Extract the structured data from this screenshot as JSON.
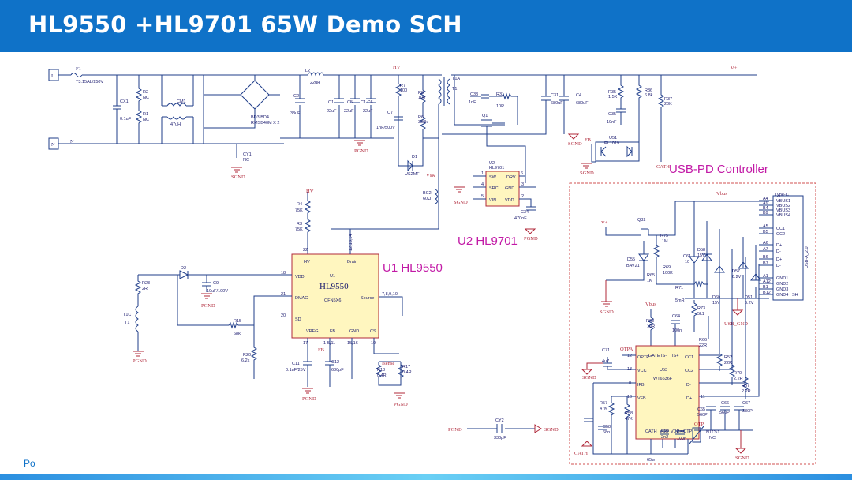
{
  "title": "HL9550 +HL9701 65W Demo SCH",
  "footer": "Po",
  "colors": {
    "title_bar": "#0f72c8",
    "wire": "#1f3d8a",
    "net": "#b0283a",
    "chip": "#fff6bf",
    "label": "#c21aa6"
  },
  "labels": {
    "u1": "U1 HL9550",
    "u2": "U2 HL9701",
    "usb_pd": "USB-PD Controller"
  },
  "u1": {
    "ref": "U1",
    "name": "HL9550",
    "pkg": "QFN5X6",
    "pins": {
      "vdd": "VDD",
      "dmag": "DMAG",
      "sd": "SD",
      "vreg": "VREG",
      "fb": "FB",
      "gnd": "GND",
      "cs": "CS",
      "source": "Source",
      "drain": "Drain",
      "hv": "HV"
    },
    "pin_nums": {
      "vdd": "18",
      "dmag": "21",
      "sd": "20",
      "vreg": "17",
      "fb": "1-5,11",
      "gnd": "15,16",
      "cs": "19",
      "source": "7,8,9,10",
      "drain": "12,13,14",
      "hv": "22"
    }
  },
  "u2": {
    "ref": "U2",
    "name": "HL9701",
    "pins": {
      "sw": "SW",
      "drv": "DRV",
      "src": "SRC",
      "gnd": "GND",
      "vin": "VIN",
      "vdd": "VDD"
    },
    "pin_nums": {
      "sw": "1",
      "drv": "6",
      "src": "4",
      "gnd": "3",
      "vin": "5",
      "vdd": "2"
    }
  },
  "u53": {
    "ref": "U53",
    "name": "WT6636F",
    "pins": {
      "optp": "OPTP",
      "vcc": "VCC",
      "ifb": "IFB",
      "vfb": "VFB",
      "gate": "GATE",
      "is_minus": "IS-",
      "is_plus": "IS+",
      "cc1": "CC1",
      "cc2": "CC2",
      "dminus": "D-",
      "dplus": "D+",
      "catode": "CATH",
      "vss": "VSS",
      "vdd": "VDD",
      "otp": "OTP"
    },
    "pin_nums": {
      "optp": "12",
      "vcc": "13",
      "ifb": "8",
      "vfb": "10",
      "dplus": "11"
    }
  },
  "connector": {
    "type": "Type-C",
    "name": "USB-A_2.0",
    "pins": [
      {
        "n": "A4",
        "s": "VBUS1"
      },
      {
        "n": "A9",
        "s": "VBUS2"
      },
      {
        "n": "B4",
        "s": "VBUS3"
      },
      {
        "n": "B9",
        "s": "VBUS4"
      },
      {
        "n": "A5",
        "s": "CC1"
      },
      {
        "n": "B5",
        "s": "CC2"
      },
      {
        "n": "A6",
        "s": "D+"
      },
      {
        "n": "A7",
        "s": "D-"
      },
      {
        "n": "B6",
        "s": "D+"
      },
      {
        "n": "B7",
        "s": "D-"
      },
      {
        "n": "A1",
        "s": "GND1"
      },
      {
        "n": "A12",
        "s": "GND2"
      },
      {
        "n": "B1",
        "s": "GND3"
      },
      {
        "n": "B12",
        "s": "GND4"
      }
    ],
    "sh": "SH"
  },
  "nets": {
    "l": "L",
    "n": "N",
    "hv": "HV",
    "vplus": "V+",
    "vbus": "Vbus",
    "sgnd": "SGND",
    "pgnd": "PGND",
    "usb_gnd": "USB_GND",
    "cath": "CATH",
    "fb": "FB",
    "optp": "OTPA",
    "otp": "OTP",
    "vsw": "Vsw",
    "isense": "Isense",
    "w65": "65w"
  },
  "parts": {
    "f1": "F1",
    "f1v": "T3.15AL/250V",
    "cx1": "CX1",
    "cx1v": "0.1uF",
    "r2": "R2",
    "r2v": "NC",
    "r1": "R1",
    "r1v": "NC",
    "cm1": "CM1",
    "cm1v": "47uH",
    "bd3": "BD3 BD4",
    "bd3v": "RMSB40M X 2",
    "cy1": "CY1",
    "cy1v": "NC",
    "l2": "L2",
    "l2v": "22uH",
    "c2": "C2",
    "c2v": "33uF",
    "c1": "C1",
    "c1v": "22uF",
    "c5": "C5",
    "c5v": "22uF",
    "c6": "C1 C6",
    "c6v": "22uF",
    "r7": "R7",
    "r7v": "100",
    "r8": "R8",
    "r8v": "100",
    "r6": "R6",
    "r6v": "330k",
    "c7": "C7",
    "c7v": "1nF/500V",
    "d1": "D1",
    "d1v": "US2MF",
    "t1a": "T1A",
    "t1": "T1",
    "c33": "C33",
    "c33v": "1nF",
    "r31": "R31",
    "r31v": "10R",
    "q1": "Q1",
    "c31": "C31",
    "c31v": "680uF",
    "c4": "C4",
    "c4v": "680uF",
    "r35": "R35",
    "r35v": "1.5K",
    "r36": "R36",
    "r36v": "6.8k",
    "r37": "R37",
    "r37v": "20K",
    "c35": "C35",
    "c35v": "10nF",
    "u51": "U51",
    "u51v": "EL1019",
    "c34": "C34",
    "c34v": "470nF",
    "bc2": "BC2",
    "bc2v": "60Ω",
    "r4": "R4",
    "r4v": "75K",
    "r3": "R3",
    "r3v": "75K",
    "d2": "D2",
    "c9": "C9",
    "c9v": "10uF/100V",
    "r23": "R23",
    "r23v": "2R",
    "t1c": "T1C",
    "r15": "R15",
    "r15v": "68k",
    "r20": "R20",
    "r20v": "6.2k",
    "c11": "C11",
    "c11v": "0.1uF/25V",
    "c12": "C12",
    "c12v": "680pF",
    "r18": "R18",
    "r18v": "0.4R",
    "r17": "R17",
    "r17v": "0.4R",
    "cy2": "CY2",
    "cy2v": "330pF",
    "q32": "Q32",
    "r75": "R75",
    "r75v": "1M",
    "d55": "D55",
    "d55v": "BAV21",
    "r65": "R65",
    "r65v": "1K",
    "r69": "R69",
    "r69v": "100K",
    "c61": "C61",
    "c61v": "10",
    "d58": "D58",
    "d58v": "15V",
    "d60": "D60",
    "d60v": "15V",
    "d57": "D57",
    "d57v": "6.2V",
    "d51": "D51",
    "d51v": "6.2V",
    "r71": "R71",
    "r71v": "5mR",
    "r73": "R73",
    "r73v": "5k1",
    "r68": "R68",
    "r68v": "10R",
    "c64": "C64",
    "c64v": "100n",
    "r66": "R66",
    "r66v": "22R",
    "r52": "R52",
    "r52v": "22R",
    "r70": "R70",
    "r70v": "2.2R",
    "r67": "R67",
    "r67v": "2.2R",
    "c71": "C71",
    "c71v": "4u7",
    "r57": "R57",
    "r57v": "47K",
    "r58": "R58",
    "r58v": "47K",
    "c58": "C58",
    "c58v": "68n",
    "c54": "C54",
    "c54v": "2n2",
    "c55": "C55",
    "c55v": "100n",
    "c65": "C65",
    "c65v": "560P",
    "c66": "C66",
    "c66v": "560P",
    "c67": "C67",
    "c67v": "330P",
    "ntc51": "NTC51",
    "ntc51v": "NC"
  }
}
